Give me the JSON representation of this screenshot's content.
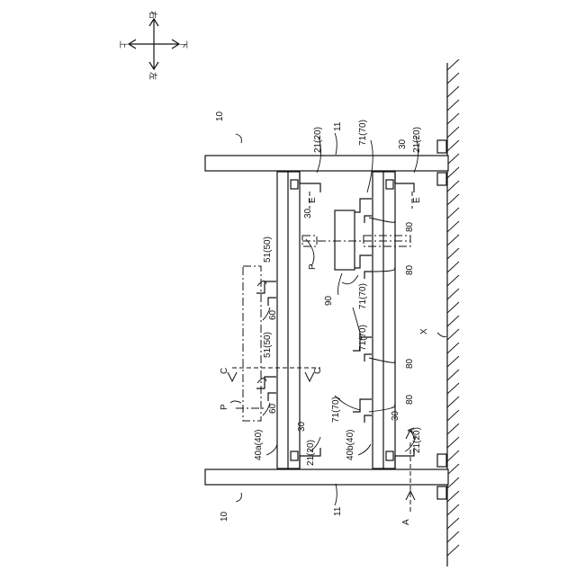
{
  "compass": {
    "top": "右",
    "bottom": "左",
    "left": "上",
    "right": "下"
  },
  "labels": {
    "frame_left": "10",
    "frame_right": "10",
    "leg": "11",
    "bracket": "21(20)",
    "fitting": "30",
    "beam_upper": "40a(40)",
    "beam_lower": "40b(40)",
    "slot_upper": "51(50)",
    "clip": "60",
    "slot_lower": "71(70)",
    "block": "80",
    "part": "90",
    "panel": "P",
    "floor": "X",
    "section_a": "A",
    "section_c": "C",
    "section_e": "E"
  }
}
